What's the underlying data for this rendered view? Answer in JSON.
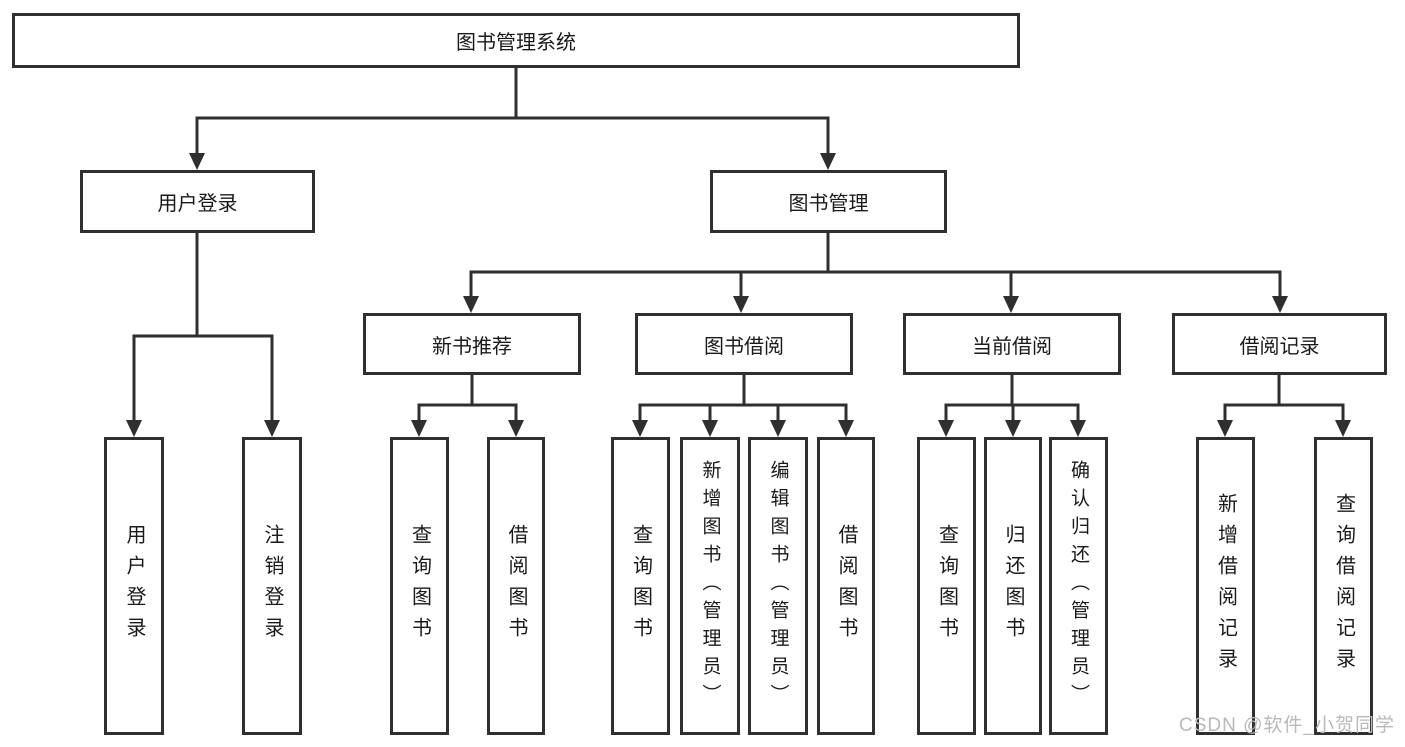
{
  "tree": {
    "label": "图书管理系统",
    "children": [
      {
        "label": "用户登录",
        "children": [
          {
            "label": "用户登录"
          },
          {
            "label": "注销登录"
          }
        ]
      },
      {
        "label": "图书管理",
        "children": [
          {
            "label": "新书推荐",
            "children": [
              {
                "label": "查询图书"
              },
              {
                "label": "借阅图书"
              }
            ]
          },
          {
            "label": "图书借阅",
            "children": [
              {
                "label": "查询图书"
              },
              {
                "label": "新增图书（管理员）"
              },
              {
                "label": "编辑图书（管理员）"
              },
              {
                "label": "借阅图书"
              }
            ]
          },
          {
            "label": "当前借阅",
            "children": [
              {
                "label": "查询图书"
              },
              {
                "label": "归还图书"
              },
              {
                "label": "确认归还（管理员）"
              }
            ]
          },
          {
            "label": "借阅记录",
            "children": [
              {
                "label": "新增借阅记录"
              },
              {
                "label": "查询借阅记录"
              }
            ]
          }
        ]
      }
    ]
  },
  "watermark": {
    "text": "CSDN @软件_小贺同学"
  },
  "colors": {
    "line": "#2f2f2f",
    "text": "#1a1a1a",
    "background": "#ffffff",
    "watermark": "#b9b9b9"
  }
}
